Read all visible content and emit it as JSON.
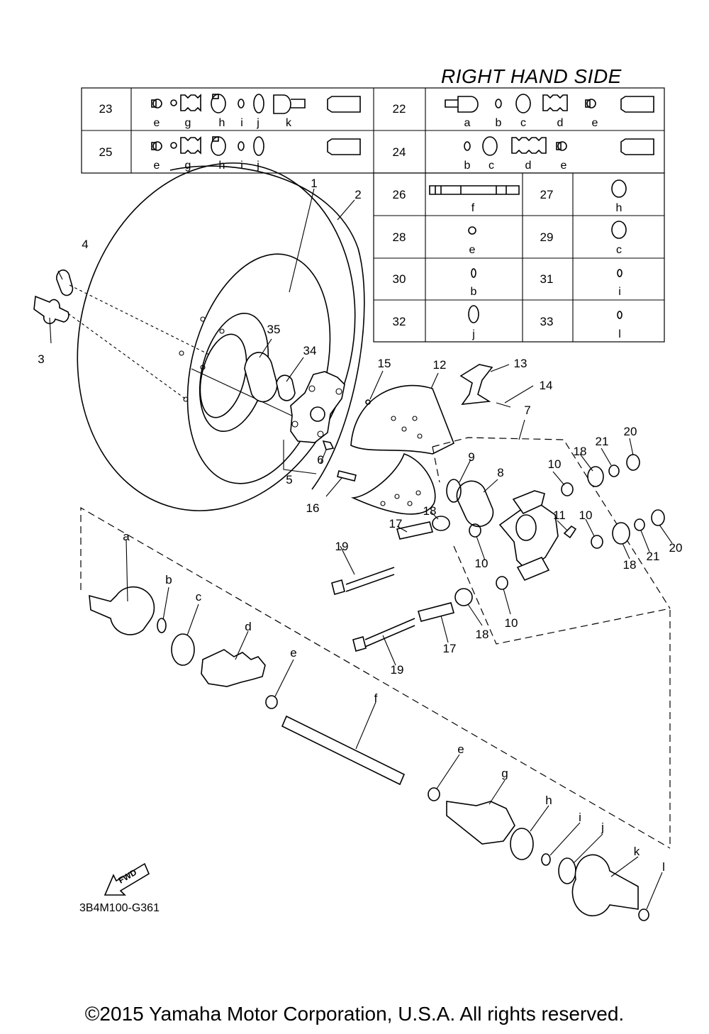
{
  "heading": "RIGHT HAND SIDE",
  "diagram_code": "3B4M100-G361",
  "fwd_label": "FWD",
  "copyright": "©2015 Yamaha Motor Corporation, U.S.A. All rights reserved.",
  "kit_table": {
    "row1": [
      {
        "ref": "23",
        "parts": [
          "e",
          "g",
          "h",
          "i",
          "j",
          "k"
        ]
      },
      {
        "ref": "22",
        "parts": [
          "a",
          "b",
          "c",
          "d",
          "e"
        ]
      }
    ],
    "row2": [
      {
        "ref": "25",
        "parts": [
          "e",
          "g",
          "h",
          "i",
          "j"
        ]
      },
      {
        "ref": "24",
        "parts": [
          "b",
          "c",
          "d",
          "e"
        ]
      }
    ],
    "grid": [
      {
        "ref": "26",
        "part": "f"
      },
      {
        "ref": "27",
        "part": "h"
      },
      {
        "ref": "28",
        "part": "e"
      },
      {
        "ref": "29",
        "part": "c"
      },
      {
        "ref": "30",
        "part": "b"
      },
      {
        "ref": "31",
        "part": "i"
      },
      {
        "ref": "32",
        "part": "j"
      },
      {
        "ref": "33",
        "part": "l"
      }
    ]
  },
  "callouts": [
    "1",
    "2",
    "3",
    "4",
    "5",
    "6",
    "7",
    "8",
    "9",
    "10",
    "10",
    "10",
    "10",
    "11",
    "12",
    "13",
    "14",
    "15",
    "16",
    "17",
    "17",
    "18",
    "18",
    "18",
    "18",
    "19",
    "19",
    "20",
    "20",
    "21",
    "21",
    "34",
    "35"
  ],
  "shaft_letters": [
    "a",
    "b",
    "c",
    "d",
    "e",
    "f",
    "e",
    "g",
    "h",
    "i",
    "j",
    "k",
    "l"
  ]
}
